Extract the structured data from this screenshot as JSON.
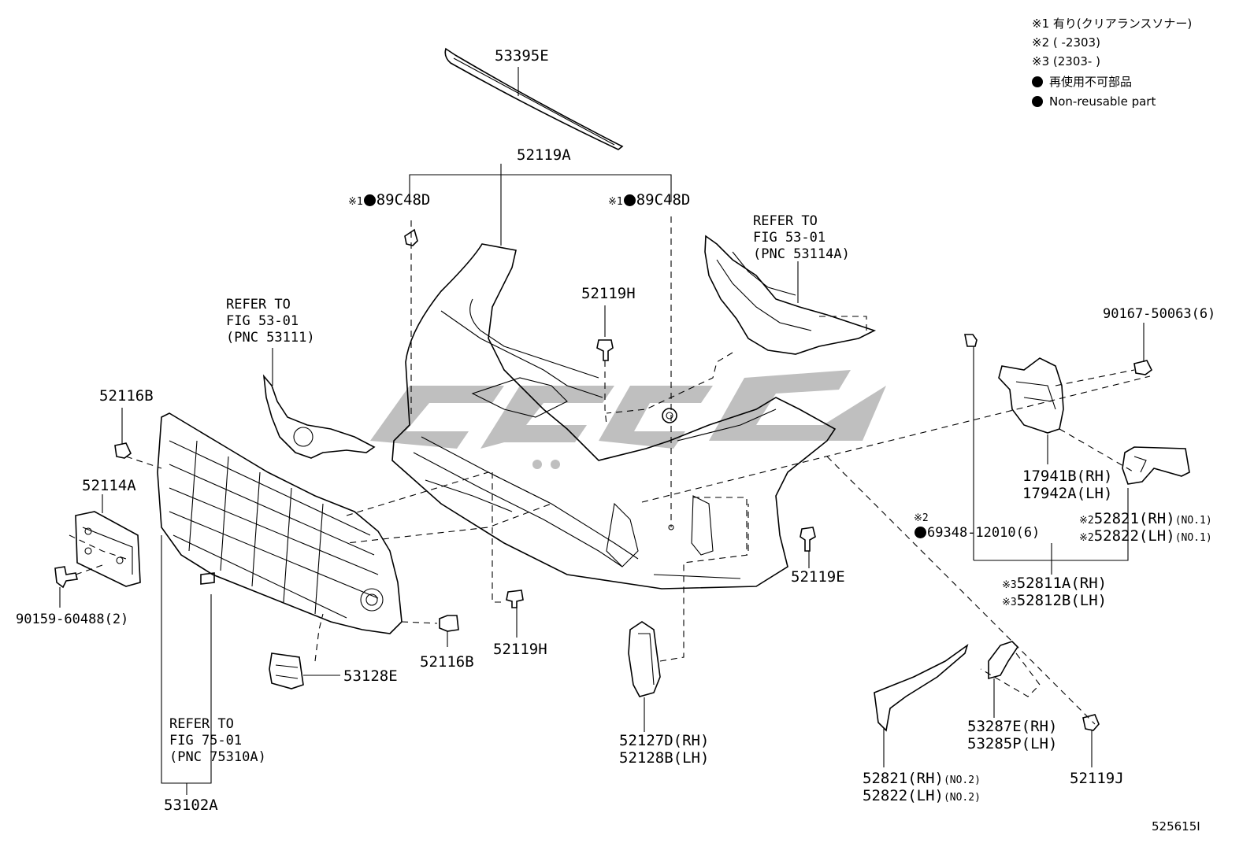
{
  "legend": {
    "note1": "※1 有り(クリアランスソナー)",
    "note2": "※2 (        -2303)",
    "note3": "※3 (2303-        )",
    "note4": "再使用不可部品",
    "note5": "Non-reusable part"
  },
  "labels": {
    "p53395E": "53395E",
    "p52119A": "52119A",
    "clip_left_prefix": "※1",
    "clip_left_code": "89C48D",
    "clip_right_prefix": "※1",
    "clip_right_code": "89C48D",
    "refer_53114A": [
      "REFER TO",
      "FIG 53-01",
      "(PNC 53114A)"
    ],
    "refer_53111": [
      "REFER TO",
      "FIG 53-01",
      "(PNC 53111)"
    ],
    "p52119H_top": "52119H",
    "p90167": "90167-50063(6)",
    "p52116B_top": "52116B",
    "p52114A": "52114A",
    "p90159": "90159-60488(2)",
    "p17941B": "17941B(RH)",
    "p17942A": "17942A(LH)",
    "p52821_no1_prefix": "※2",
    "p52821_no1": "52821(RH)",
    "p52822_no1_prefix": "※2",
    "p52822_no1": "52822(LH)",
    "no1_a": "(NO.1)",
    "no1_b": "(NO.1)",
    "p69348_prefix": "※2",
    "p69348": "69348-12010(6)",
    "p52811A_prefix": "※3",
    "p52811A": "52811A(RH)",
    "p52812B_prefix": "※3",
    "p52812B": "52812B(LH)",
    "p52119E": "52119E",
    "p52116B_bottom": "52116B",
    "p52119H_bottom": "52119H",
    "p53128E": "53128E",
    "refer_75310A": [
      "REFER TO",
      "FIG 75-01",
      "(PNC 75310A)"
    ],
    "p53102A": "53102A",
    "p52127D": "52127D(RH)",
    "p52128B": "52128B(LH)",
    "p53287E": "53287E(RH)",
    "p53285P": "53285P(LH)",
    "p52119J": "52119J",
    "p52821_no2": "52821(RH)",
    "p52822_no2": "52822(LH)",
    "no2_a": "(NO.2)",
    "no2_b": "(NO.2)",
    "figure_id": "525615I"
  }
}
